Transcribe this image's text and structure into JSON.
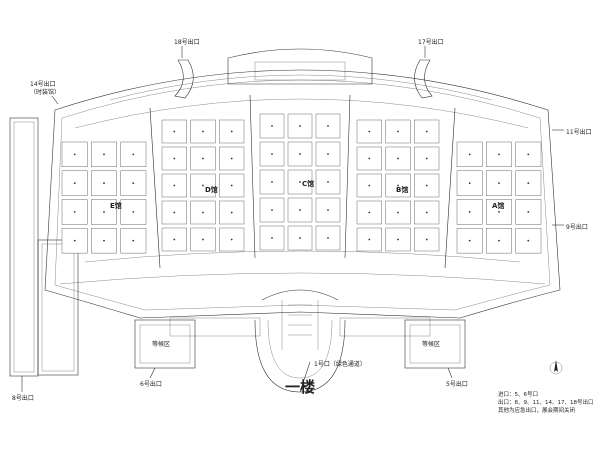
{
  "floor_title": "一楼",
  "exits": {
    "exit18": "18号出口",
    "exit17": "17号出口",
    "exit14_line1": "14号出口",
    "exit14_line2": "（时装馆）",
    "exit11": "11号出口",
    "exit9": "9号出口",
    "exit8": "8号出口",
    "exit6": "6号出口",
    "exit5": "5号出口",
    "exit1": "1号口（绿色通道）"
  },
  "halls": {
    "E": "E馆",
    "D": "D馆",
    "C": "C馆",
    "B": "B馆",
    "A": "A馆"
  },
  "areas": {
    "stair_left": "等候区",
    "stair_right": "等候区"
  },
  "legend": {
    "line1": "进口：5、6号口",
    "line2": "出口：8、9、11、14、17、18号出口",
    "line3": "其他为应急出口，展会期间关闭"
  },
  "compass": {
    "label": "N"
  }
}
